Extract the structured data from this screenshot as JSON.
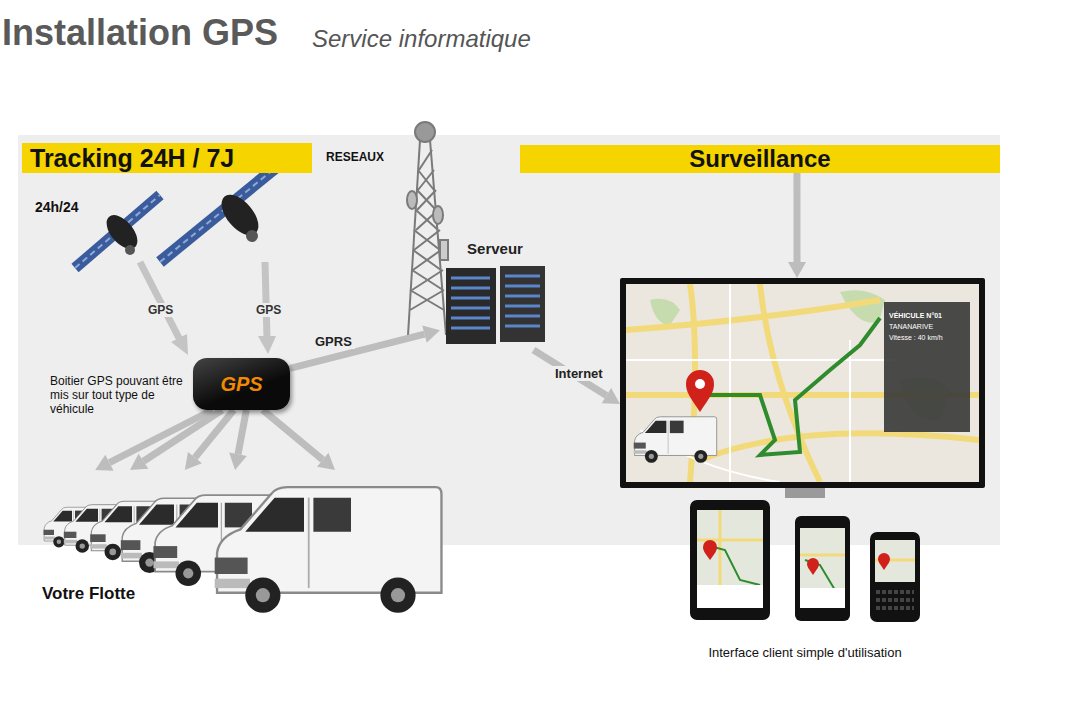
{
  "diagram": {
    "title": "Installation GPS",
    "nodes": [
      {
        "text": [
          "Tracking 24H / 7J"
        ]
      },
      {
        "text": [
          "Surveillance"
        ]
      },
      {
        "text": [
          "GPS"
        ]
      },
      {
        "text": [
          "Serveur"
        ]
      },
      {
        "text": [
          "VÉHICULE N°01",
          "TANANARIVE",
          "Vitesse : 40 km/h"
        ]
      },
      {
        "text": [
          "Votre Flotte"
        ]
      },
      {
        "text": [
          "Interface client simple d'utilisation"
        ]
      }
    ],
    "edges": [
      {
        "from": 2,
        "to": 3,
        "label": "GPRS",
        "arrow": "to"
      },
      {
        "from": 3,
        "to": 4,
        "label": "Internet",
        "arrow": "to"
      },
      {
        "from": 1,
        "to": 4,
        "arrow": "to"
      },
      {
        "from": 2,
        "to": 5,
        "arrow": "to"
      },
      {
        "from": 2,
        "to": 5,
        "arrow": "to"
      },
      {
        "from": 2,
        "to": 5,
        "arrow": "to"
      },
      {
        "from": 2,
        "to": 5,
        "arrow": "to"
      },
      {
        "from": 2,
        "to": 5,
        "arrow": "to"
      }
    ],
    "labels": [
      "Service informatique",
      "RESEAUX",
      "24h/24",
      "GPS",
      "GPS",
      "Boitier GPS pouvant être mis sur tout type de véhicule"
    ]
  }
}
